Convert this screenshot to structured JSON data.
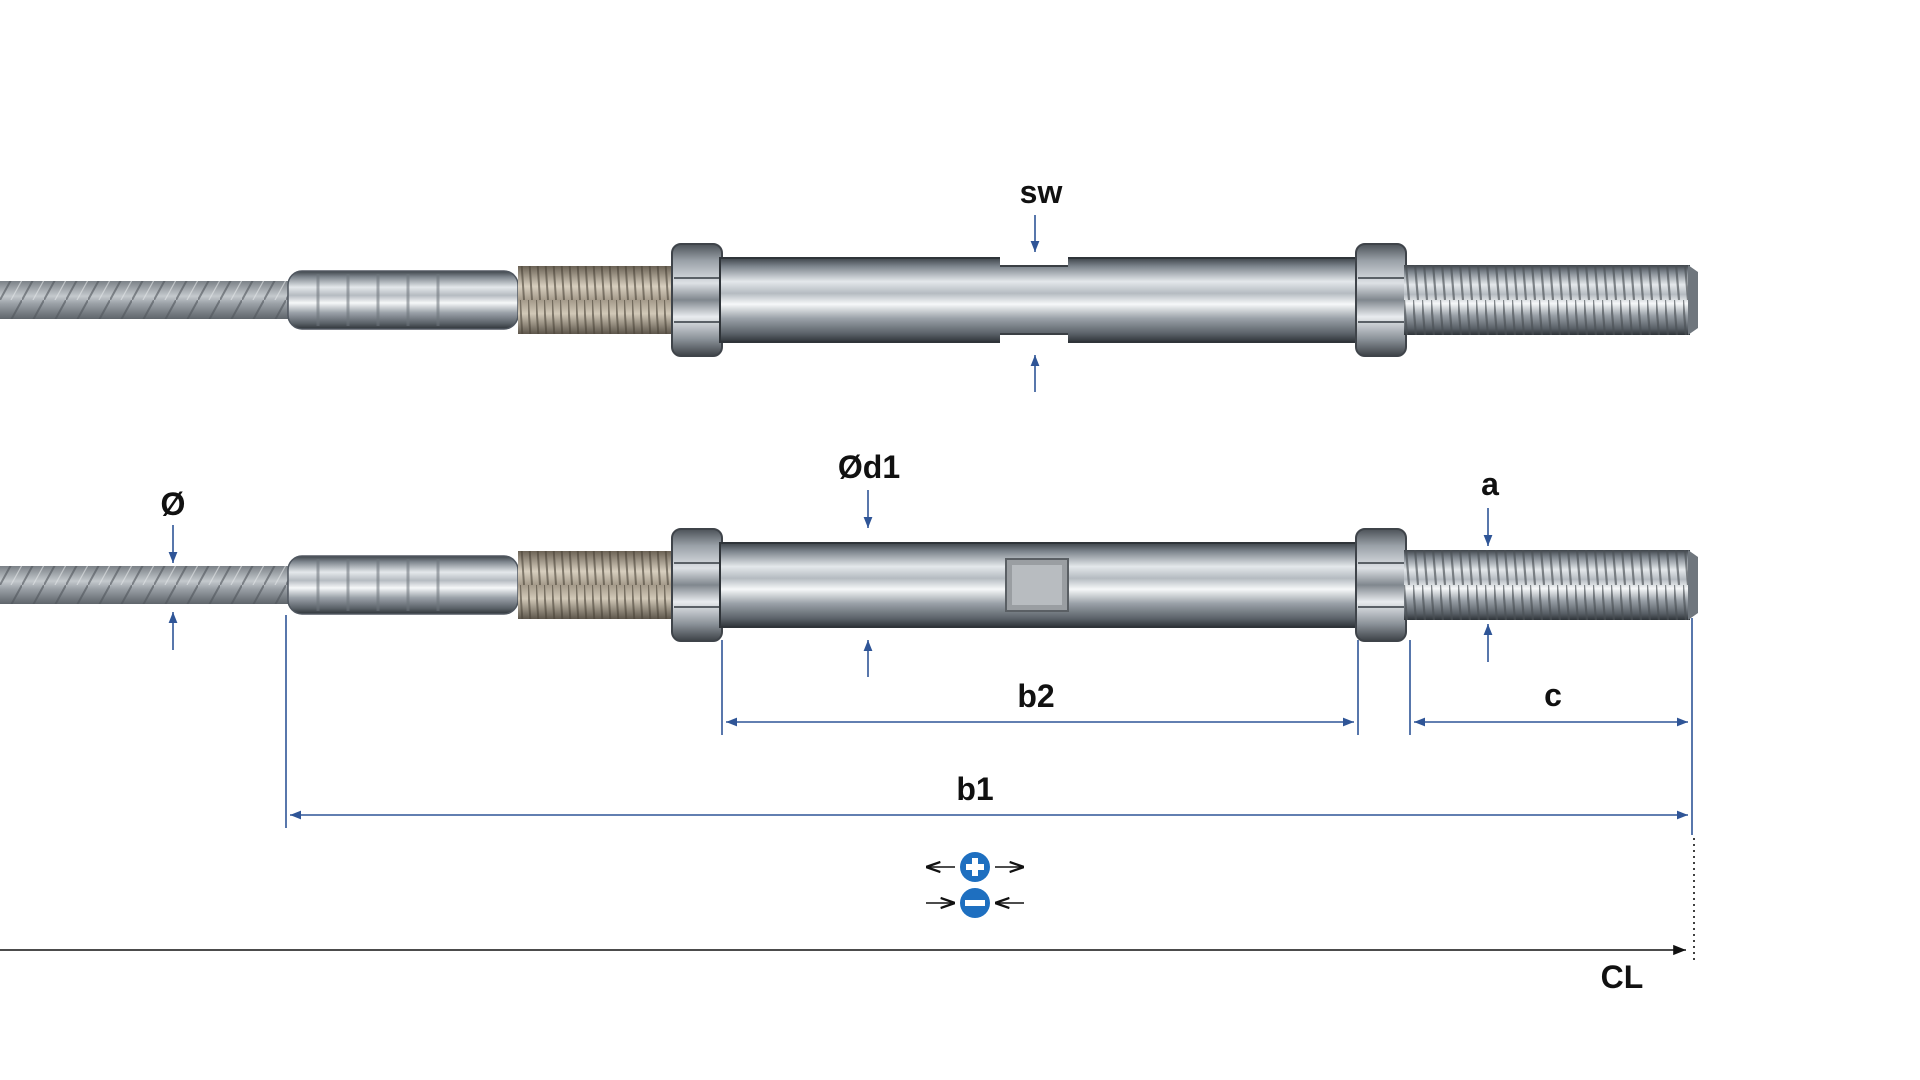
{
  "labels": {
    "sw": "sw",
    "d1": "Ød1",
    "diameter": "Ø",
    "a": "a",
    "b2": "b2",
    "c": "c",
    "b1": "b1",
    "cl": "CL"
  },
  "icons": {
    "extend": "plus-circle-icon",
    "retract": "minus-circle-icon"
  },
  "colors": {
    "dimension_blue": "#2f5597",
    "icon_blue": "#1e6fc0",
    "label": "#111111",
    "steel_dark": "#5d646c",
    "steel_light": "#f2f4f6"
  }
}
